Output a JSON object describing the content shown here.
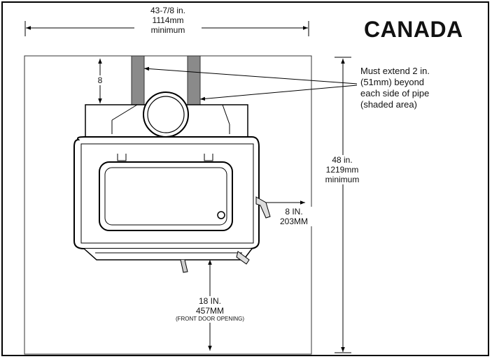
{
  "title": "CANADA",
  "note": [
    "Must extend 2 in.",
    "(51mm) beyond",
    "each side of pipe",
    "(shaded area)"
  ],
  "dim_width": [
    "43-7/8 in.",
    "1114mm",
    "minimum"
  ],
  "dim_top": "8",
  "dim_depth": [
    "48 in.",
    "1219mm",
    "minimum"
  ],
  "dim_side": [
    "8 IN.",
    "203MM"
  ],
  "dim_front": [
    "18 IN.",
    "457MM",
    "(FRONT DOOR OPENING)"
  ]
}
